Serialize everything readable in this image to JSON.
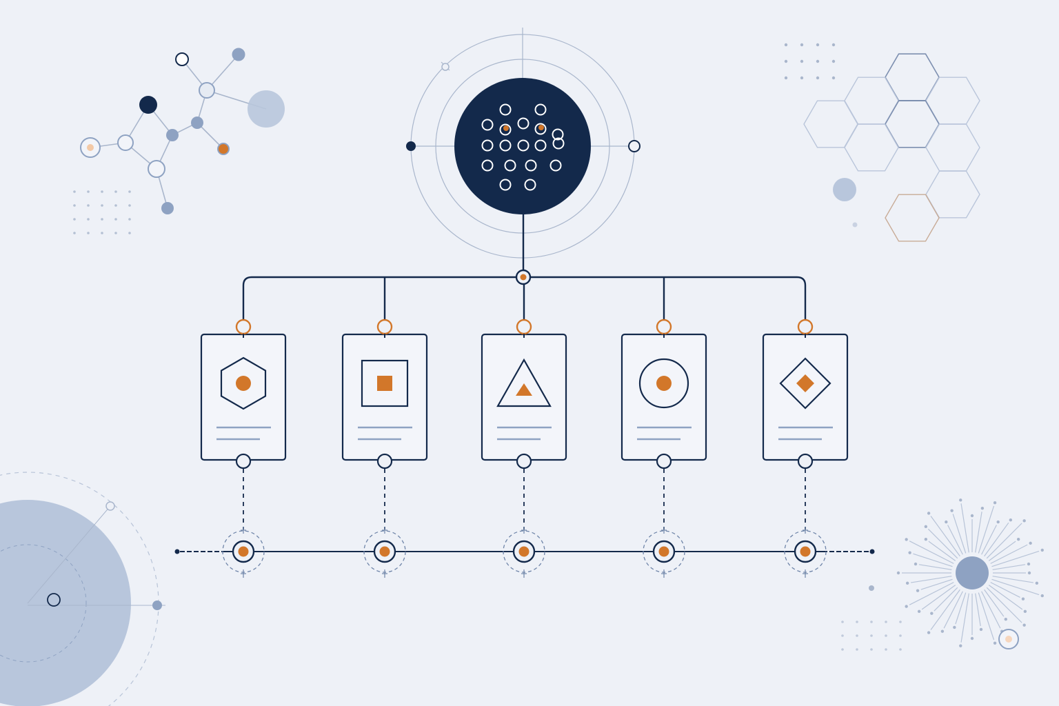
{
  "colors": {
    "background": "#eef1f7",
    "navy": "#13294b",
    "orange": "#d2772a",
    "slate": "#8ea2c2",
    "slate_light": "#b8c6dc",
    "line_light": "#a9b6cc",
    "text_line": "#8ea2c2"
  },
  "hub": {
    "icon": "cluster-icon",
    "dot_count": 20
  },
  "cards": [
    {
      "id": "hexagon",
      "icon": "hexagon-icon"
    },
    {
      "id": "square",
      "icon": "square-icon"
    },
    {
      "id": "triangle",
      "icon": "triangle-icon"
    },
    {
      "id": "circle",
      "icon": "circle-icon"
    },
    {
      "id": "diamond",
      "icon": "diamond-icon"
    }
  ],
  "timeline": {
    "node_count": 5
  },
  "decorations": [
    "molecule-icon",
    "hexagon-grid-icon",
    "sunburst-icon",
    "orbit-icon",
    "dot-grid-icon"
  ]
}
